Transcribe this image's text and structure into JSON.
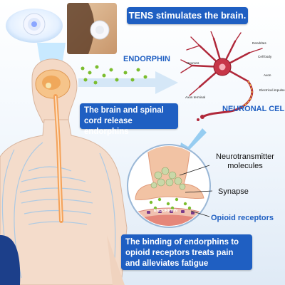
{
  "banners": {
    "tens": "TENS stimulates the brain.",
    "release": "The brain and spinal cord release endorphins",
    "binding": "The binding of endorphins to opioid receptors treats pain and alleviates fatigue"
  },
  "labels": {
    "endorphin": "ENDORPHIN",
    "neuronal_cell": "NEURONAL CELL",
    "neurotransmitter": "Neurotransmitter molecules",
    "synapse": "Synapse",
    "opioid_receptors": "Opioid receptors",
    "endorphin_small": "ENDORPHIN",
    "neuron_parts": {
      "dendrites": "Dendrites",
      "cell_body": "Cell body",
      "neurons": "Neurons",
      "axon": "Axon",
      "electrical_impulse": "Electrical impulse",
      "axon_terminal": "Axon terminal"
    }
  },
  "colors": {
    "banner_blue": "#1f5fc2",
    "neuron_red": "#b0283a",
    "endorphin_green": "#7bbd2e",
    "spine_orange": "#f4a259",
    "nerve_blue": "#5aa7e0"
  }
}
